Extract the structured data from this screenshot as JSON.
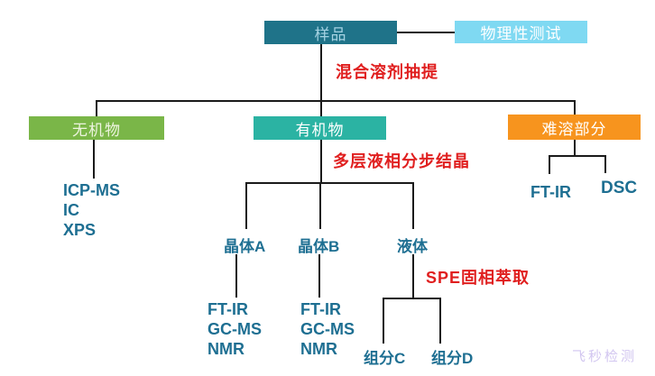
{
  "flowchart": {
    "root": {
      "label": "样品"
    },
    "physical_test": {
      "label": "物理性测试"
    },
    "process_labels": {
      "extraction": "混合溶剂抽提",
      "crystallization": "多层液相分步结晶",
      "spe": "SPE固相萃取"
    },
    "branches": {
      "inorganic": {
        "label": "无机物",
        "methods": [
          "ICP-MS",
          "IC",
          "XPS"
        ]
      },
      "organic": {
        "label": "有机物",
        "children": {
          "crystal_a": {
            "label": "晶体A",
            "methods": [
              "FT-IR",
              "GC-MS",
              "NMR"
            ]
          },
          "crystal_b": {
            "label": "晶体B",
            "methods": [
              "FT-IR",
              "GC-MS",
              "NMR"
            ]
          },
          "liquid": {
            "label": "液体",
            "fractions": [
              "组分C",
              "组分D"
            ]
          }
        }
      },
      "insoluble": {
        "label": "难溶部分",
        "methods": [
          "FT-IR",
          "DSC"
        ]
      }
    },
    "watermark": "飞秒检测",
    "colors": {
      "root_box": "#1F7389",
      "physical_box": "#7FD9F2",
      "inorganic_box": "#7AB648",
      "organic_box": "#2BB3A3",
      "insoluble_box": "#F7941E",
      "red_label": "#E01F1F",
      "method_text": "#1E6F92",
      "line": "#1A1A1A",
      "watermark": "#D2C6F0"
    }
  }
}
